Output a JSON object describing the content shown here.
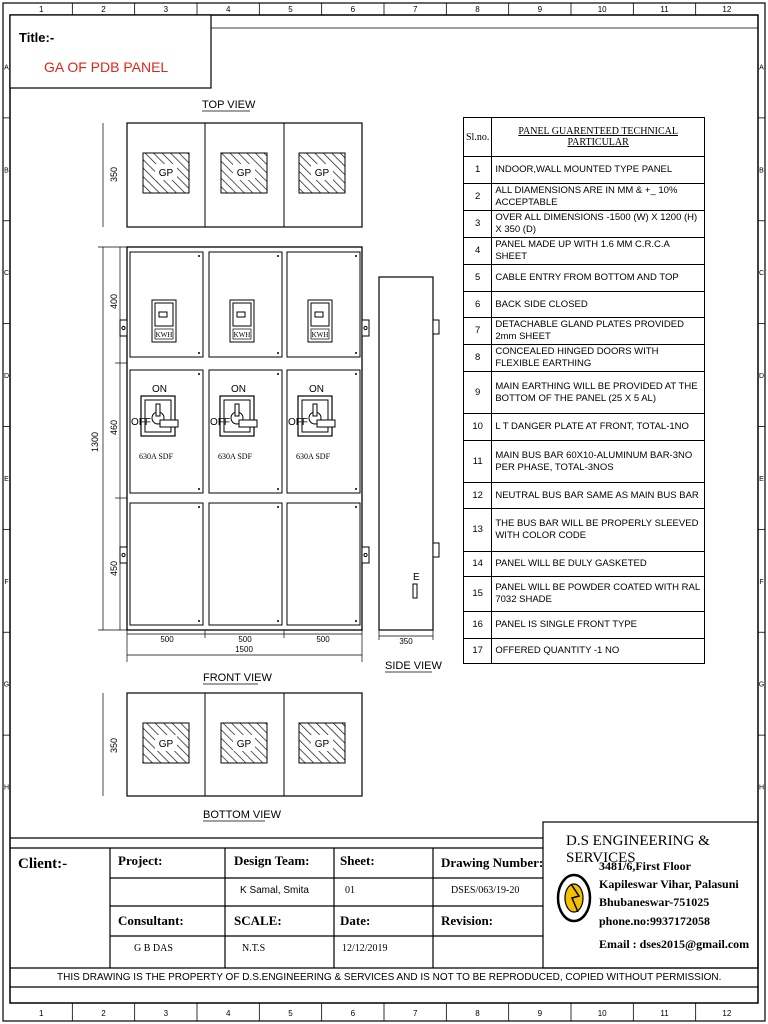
{
  "title_block": {
    "label": "Title:-",
    "value": "GA OF PDB PANEL",
    "value_color": "#e0261b"
  },
  "grid": {
    "columns": [
      "1",
      "2",
      "3",
      "4",
      "5",
      "6",
      "7",
      "8",
      "9",
      "10",
      "11",
      "12"
    ],
    "rows": [
      "A",
      "B",
      "C",
      "D",
      "E",
      "F",
      "G",
      "H"
    ]
  },
  "views": {
    "top": "TOP VIEW",
    "front": "FRONT VIEW",
    "side": "SIDE VIEW",
    "bottom": "BOTTOM VIEW"
  },
  "gland_plate": "GP",
  "meter_label": "KWH",
  "switch": {
    "on": "ON",
    "off": "OFF",
    "rating": "630A SDF"
  },
  "side_marker": "E",
  "dims": {
    "top_depth": "350",
    "h_total": "1300",
    "h1": "400",
    "h2": "460",
    "h3": "450",
    "w1": "500",
    "w2": "500",
    "w3": "500",
    "w_total": "1500",
    "side_depth": "350",
    "bottom_depth": "350"
  },
  "spec": {
    "col_no": "Sl.no.",
    "col_title": "PANEL GUARENTEED TECHNICAL PARTICULAR",
    "rows": [
      {
        "no": "1",
        "text": "INDOOR,WALL MOUNTED TYPE PANEL"
      },
      {
        "no": "2",
        "text": "ALL DIAMENSIONS ARE IN MM & +_ 10% ACCEPTABLE"
      },
      {
        "no": "3",
        "text": "OVER ALL DIMENSIONS -1500 (W) X 1200 (H) X 350 (D)"
      },
      {
        "no": "4",
        "text": "PANEL MADE UP WITH 1.6 MM C.R.C.A SHEET"
      },
      {
        "no": "5",
        "text": "CABLE ENTRY FROM BOTTOM AND TOP"
      },
      {
        "no": "6",
        "text": "BACK SIDE CLOSED"
      },
      {
        "no": "7",
        "text": "DETACHABLE GLAND PLATES PROVIDED 2mm SHEET"
      },
      {
        "no": "8",
        "text": "CONCEALED HINGED DOORS WITH FLEXIBLE EARTHING"
      },
      {
        "no": "9",
        "text": "MAIN EARTHING WILL BE PROVIDED AT THE BOTTOM OF THE PANEL (25 X 5 AL)"
      },
      {
        "no": "10",
        "text": "L T DANGER PLATE AT FRONT, TOTAL-1NO"
      },
      {
        "no": "11",
        "text": "MAIN BUS BAR 60X10-ALUMINUM BAR-3NO PER PHASE, TOTAL-3NOS"
      },
      {
        "no": "12",
        "text": "NEUTRAL BUS BAR SAME AS MAIN BUS BAR"
      },
      {
        "no": "13",
        "text": "THE BUS BAR WILL BE PROPERLY SLEEVED WITH COLOR CODE"
      },
      {
        "no": "14",
        "text": "PANEL WILL BE DULY GASKETED"
      },
      {
        "no": "15",
        "text": "PANEL WILL BE POWDER COATED WITH RAL 7032 SHADE"
      },
      {
        "no": "16",
        "text": "PANEL IS SINGLE FRONT TYPE"
      },
      {
        "no": "17",
        "text": "OFFERED QUANTITY -1 NO"
      }
    ]
  },
  "footer": {
    "client_label": "Client:-",
    "project_label": "Project:",
    "consultant_label": "Consultant:",
    "consultant_value": "G B DAS",
    "design_team_label": "Design Team:",
    "design_team_value": "K Samal, Smita",
    "scale_label": "SCALE:",
    "scale_value": "N.T.S",
    "sheet_label": "Sheet:",
    "sheet_value": "01",
    "date_label": "Date:",
    "date_value": "12/12/2019",
    "drawing_number_label": "Drawing Number:",
    "drawing_number_value": "DSES/063/19-20",
    "revision_label": "Revision:",
    "company_name": "D.S ENGINEERING & SERVICES",
    "address1": "3481/6,First Floor",
    "address2": "Kapileswar Vihar, Palasuni",
    "address3": "Bhubaneswar-751025",
    "phone": "phone.no:9937172058",
    "email": "Email : dses2015@gmail.com",
    "disclaimer": "THIS DRAWING IS THE PROPERTY OF D.S.ENGINEERING & SERVICES AND IS NOT TO BE REPRODUCED, COPIED WITHOUT PERMISSION."
  }
}
